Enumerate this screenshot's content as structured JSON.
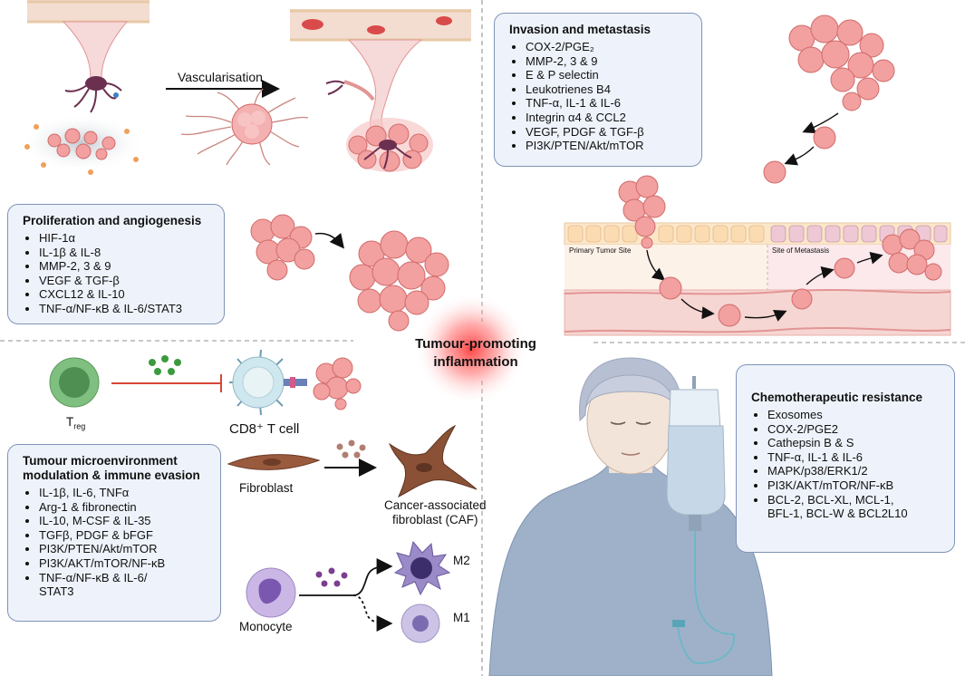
{
  "center": {
    "title_line1": "Tumour-promoting",
    "title_line2": "inflammation"
  },
  "arrows": {
    "vascularisation": "Vascularisation"
  },
  "invasion": {
    "title": "Invasion and metastasis",
    "items": [
      "COX-2/PGE₂",
      "MMP-2, 3 & 9",
      "E & P selectin",
      "Leukotrienes B4",
      "TNF-α, IL-1 & IL-6",
      "Integrin α4 & CCL2",
      "VEGF, PDGF & TGF-β",
      "PI3K/PTEN/Akt/mTOR"
    ]
  },
  "proliferation": {
    "title": "Proliferation and angiogenesis",
    "items": [
      "HIF-1α",
      "IL-1β & IL-8",
      "MMP-2, 3 & 9",
      "VEGF & TGF-β",
      "CXCL12 & IL-10",
      "TNF-α/NF-κB & IL-6/STAT3"
    ]
  },
  "metastasis_sites": {
    "primary": "Primary Tumor Site",
    "secondary": "Site of Metastasis"
  },
  "immune": {
    "treg": "T",
    "treg_sub": "reg",
    "cd8": "CD8⁺ T cell",
    "fibroblast": "Fibroblast",
    "caf_line1": "Cancer-associated",
    "caf_line2": "fibroblast (CAF)",
    "monocyte": "Monocyte",
    "m2": "M2",
    "m1": "M1"
  },
  "tme": {
    "title_line1": "Tumour microenvironment",
    "title_line2": "modulation & immune evasion",
    "items": [
      "IL-1β, IL-6, TNFα",
      "Arg-1 & fibronectin",
      "IL-10, M-CSF & IL-35",
      "TGFβ, PDGF & bFGF",
      "PI3K/PTEN/Akt/mTOR",
      "PI3K/AKT/mTOR/NF-κB",
      "TNF-α/NF-κB & IL-6/",
      "STAT3"
    ]
  },
  "chemo": {
    "title": "Chemotherapeutic resistance",
    "items": [
      "Exosomes",
      "COX-2/PGE2",
      "Cathepsin B & S",
      "TNF-α, IL-1 & IL-6",
      "MAPK/p38/ERK1/2",
      "PI3K/AKT/mTOR/NF-κB",
      "BCL-2, BCL-XL, MCL-1,",
      "BFL-1, BCL-W & BCL2L10"
    ]
  },
  "colors": {
    "tumour": "#f2a0a0",
    "tumour_dark": "#d26b6b",
    "box_fill": "#eef3fb",
    "box_border": "#7f93b8",
    "inhibit": "#d9453a"
  }
}
